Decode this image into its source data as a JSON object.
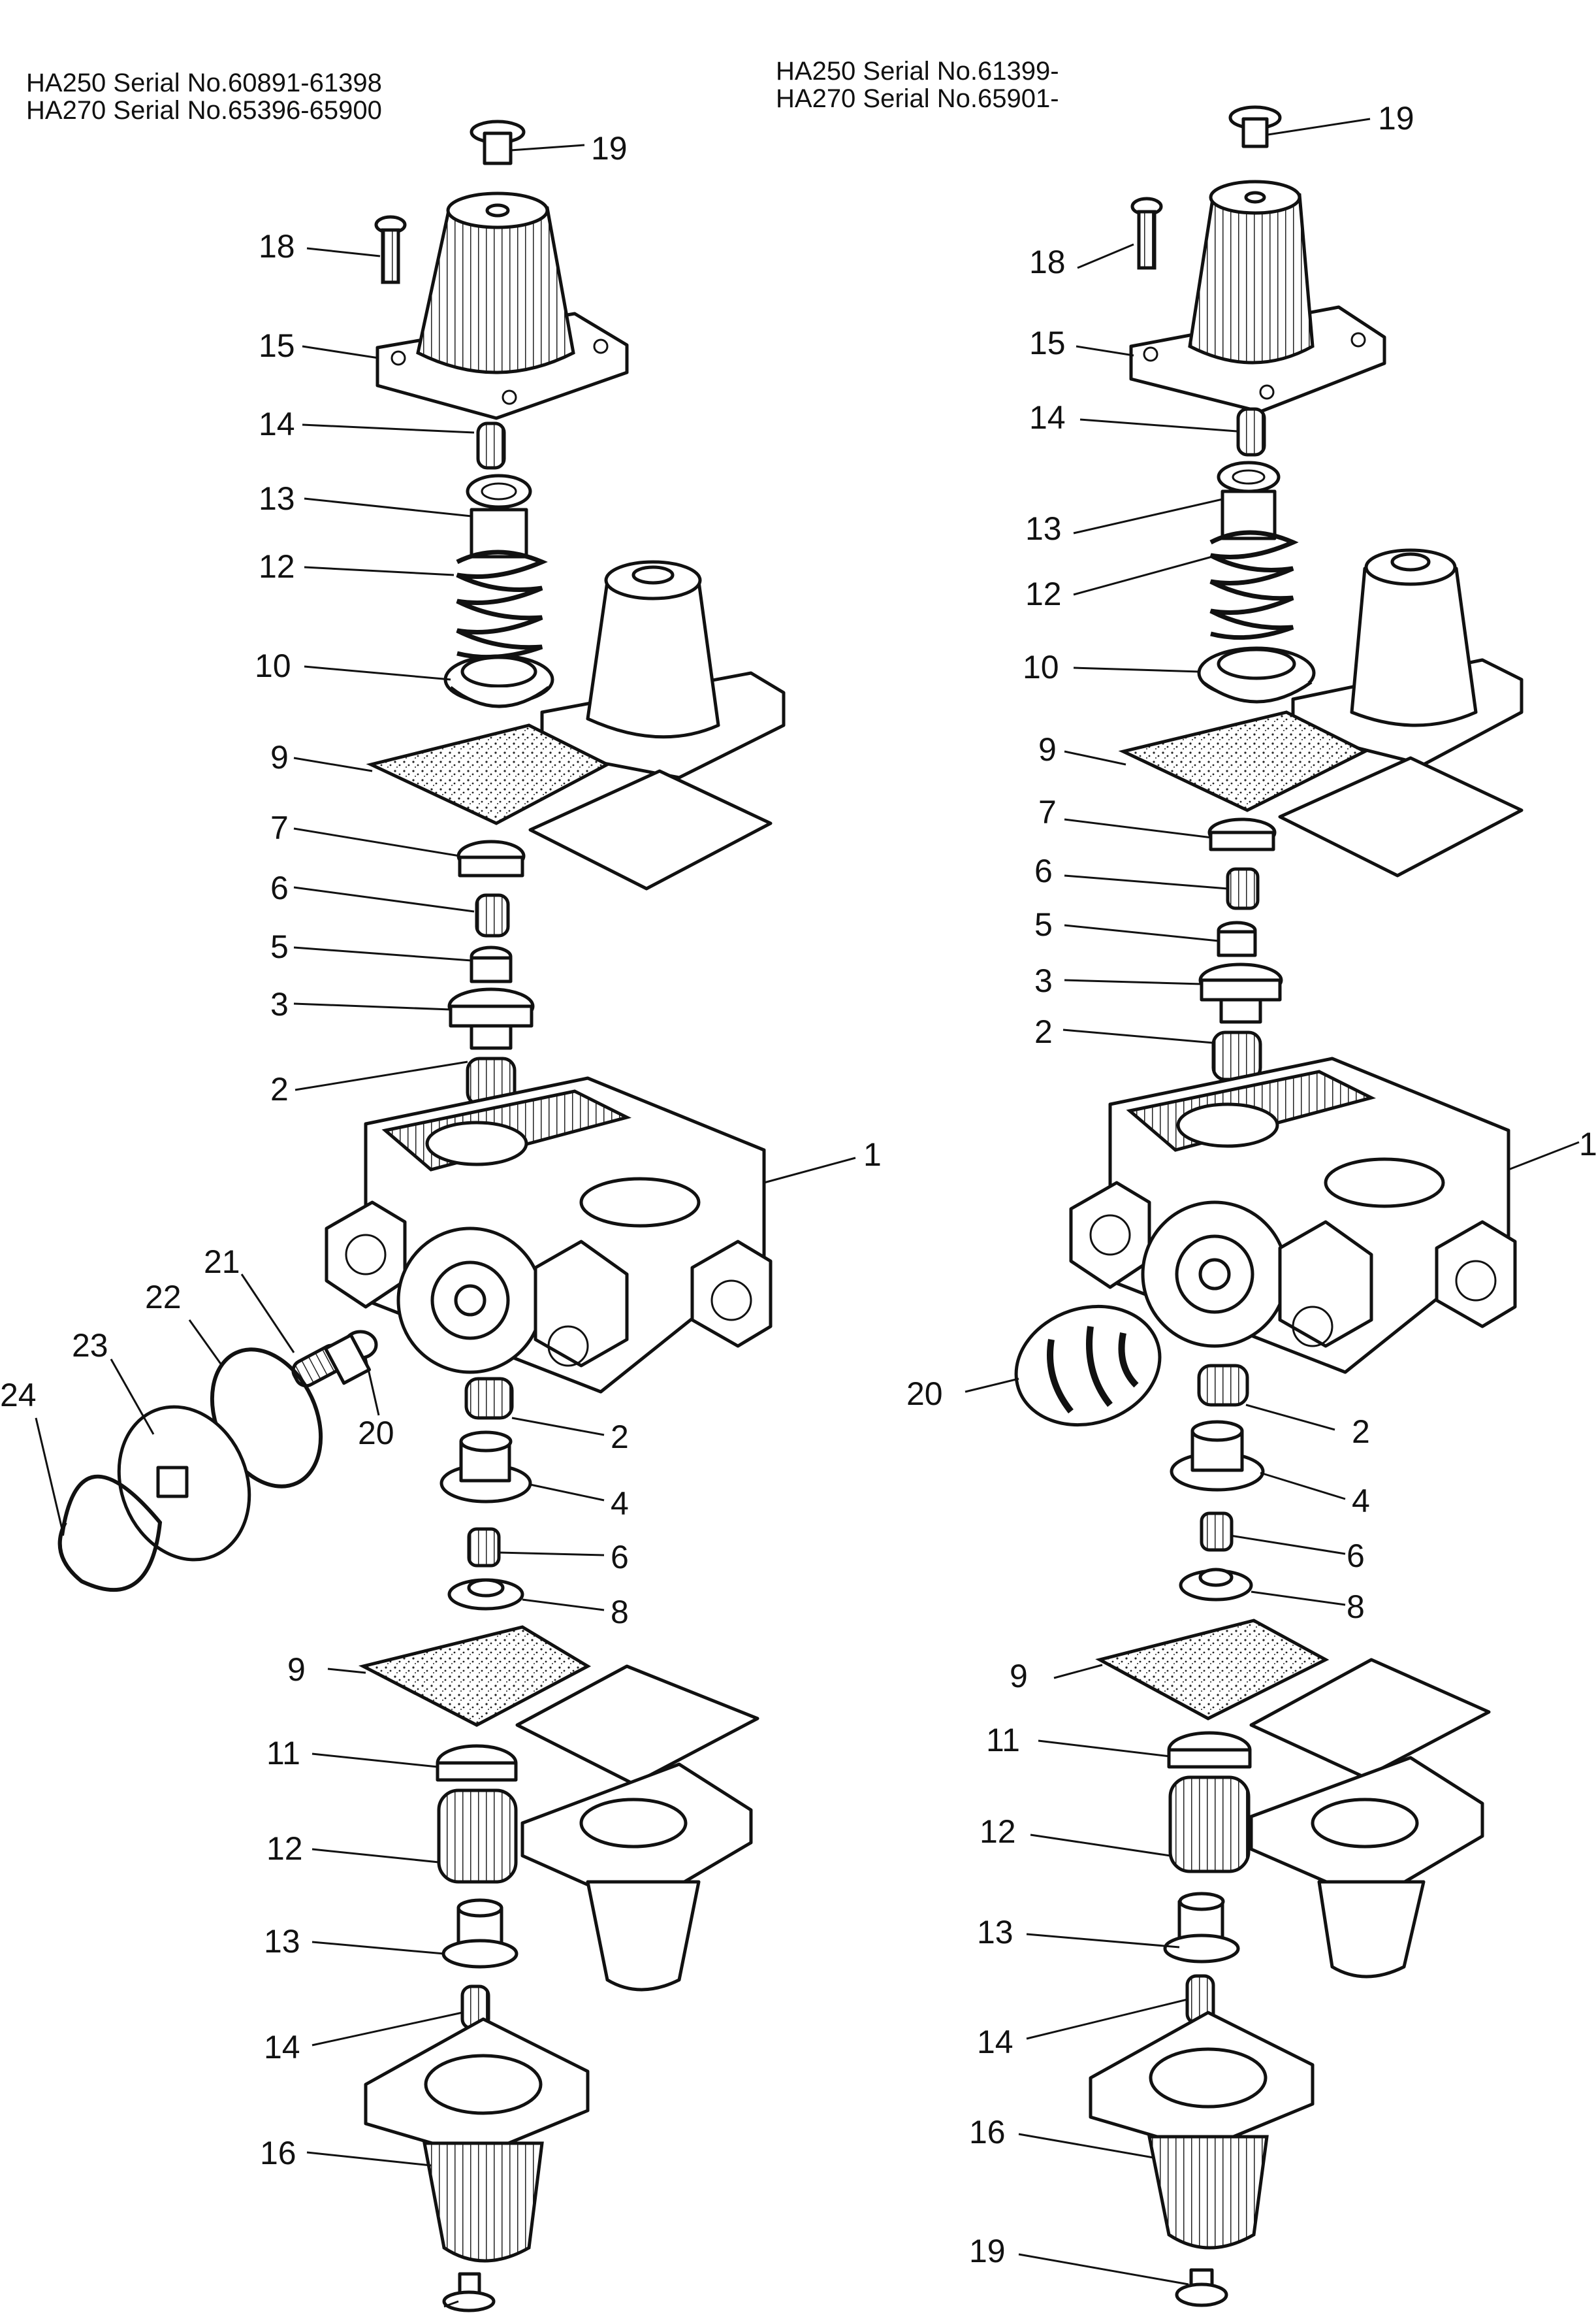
{
  "headers": {
    "left_line1": "HA250 Serial No.60891-61398",
    "left_line2": "HA270 Serial No.65396-65900",
    "right_line1": "HA250 Serial No.61399-",
    "right_line2": "HA270 Serial No.65901-"
  },
  "labels": {
    "left": [
      "19",
      "18",
      "15",
      "14",
      "13",
      "12",
      "10",
      "9",
      "7",
      "6",
      "5",
      "3",
      "2",
      "1",
      "21",
      "22",
      "23",
      "24",
      "20",
      "2",
      "4",
      "6",
      "8",
      "9",
      "11",
      "12",
      "13",
      "14",
      "16"
    ],
    "right": [
      "19",
      "18",
      "15",
      "14",
      "13",
      "12",
      "10",
      "9",
      "7",
      "6",
      "5",
      "3",
      "2",
      "1",
      "20",
      "2",
      "4",
      "6",
      "8",
      "9",
      "11",
      "12",
      "13",
      "14",
      "16",
      "19"
    ]
  }
}
